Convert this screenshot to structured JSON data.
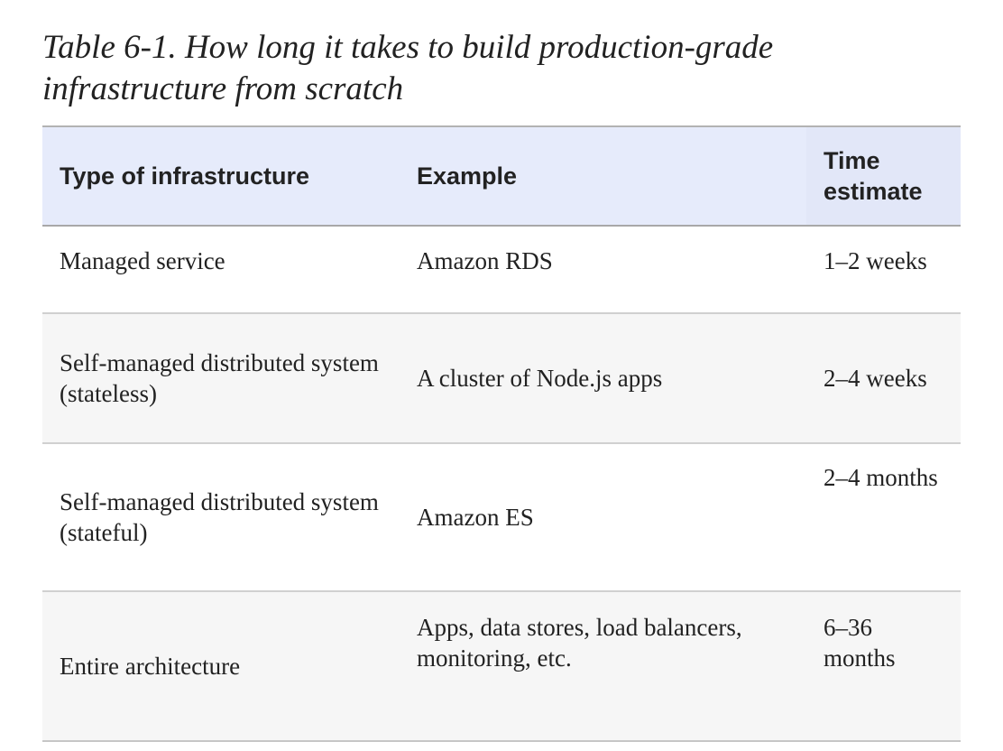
{
  "caption": "Table 6-1. How long it takes to build production-grade infrastructure from scratch",
  "table": {
    "headers": {
      "type": "Type of infrastructure",
      "example": "Example",
      "time": "Time estimate"
    },
    "rows": [
      {
        "type": "Managed service",
        "example": "Amazon RDS",
        "time": "1–2 weeks"
      },
      {
        "type": "Self-managed distributed system (stateless)",
        "example": "A cluster of Node.js apps",
        "time": "2–4 weeks"
      },
      {
        "type": "Self-managed distributed system (stateful)",
        "example": "Amazon ES",
        "time": "2–4 months"
      },
      {
        "type": "Entire architecture",
        "example": "Apps, data stores, load balancers, monitoring, etc.",
        "time": "6–36 months"
      }
    ]
  }
}
